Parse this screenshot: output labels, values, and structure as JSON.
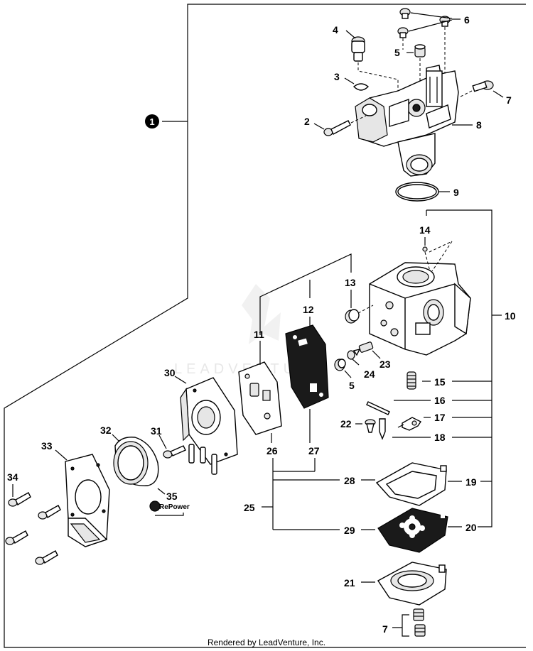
{
  "callouts": {
    "c1": "1",
    "c2": "2",
    "c3": "3",
    "c4": "4",
    "c5a": "5",
    "c6": "6",
    "c7a": "7",
    "c8": "8",
    "c9": "9",
    "c10": "10",
    "c11": "11",
    "c12": "12",
    "c13": "13",
    "c14": "14",
    "c15": "15",
    "c16": "16",
    "c17": "17",
    "c18": "18",
    "c19": "19",
    "c20": "20",
    "c21": "21",
    "c22": "22",
    "c23": "23",
    "c24": "24",
    "c5b": "5",
    "c25": "25",
    "c26": "26",
    "c27": "27",
    "c28": "28",
    "c29": "29",
    "c30": "30",
    "c31": "31",
    "c32": "32",
    "c33": "33",
    "c34": "34",
    "c35": "35",
    "c7b": "7"
  },
  "watermark": "LEADVENTURE",
  "rp_logo_text": "RePower",
  "footer": "Rendered by LeadVenture, Inc."
}
